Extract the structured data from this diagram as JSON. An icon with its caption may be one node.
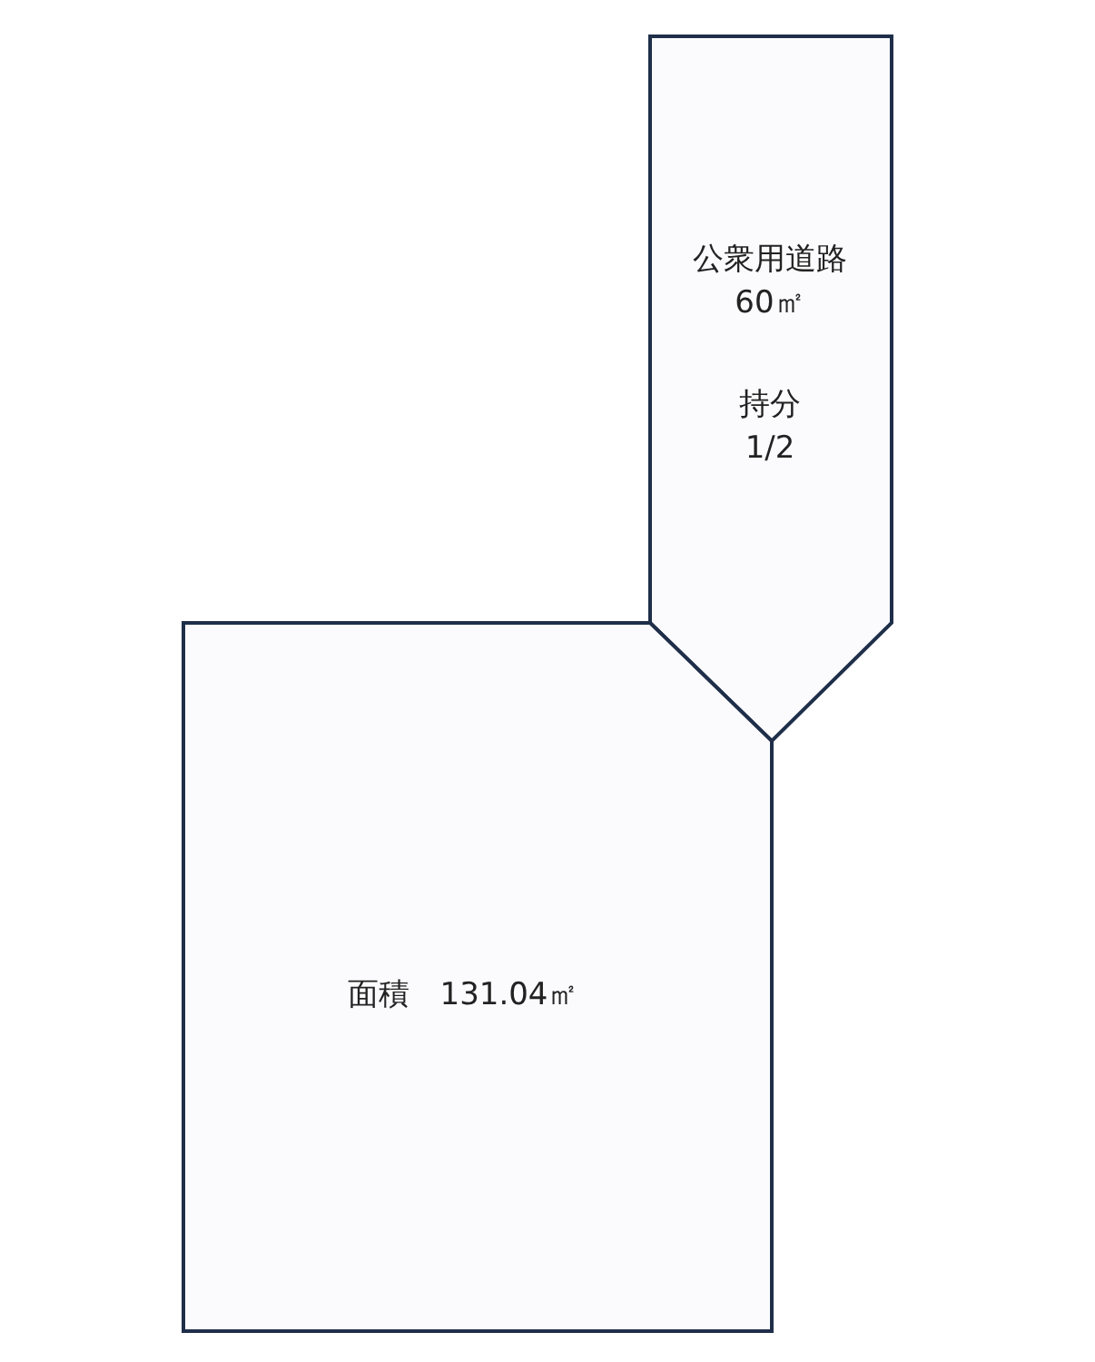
{
  "diagram": {
    "nodes": [
      {
        "text": [
          "公衆用道路 60㎡",
          "持分 1/2"
        ]
      },
      {
        "text": [
          "面積　131.04㎡"
        ]
      }
    ]
  }
}
